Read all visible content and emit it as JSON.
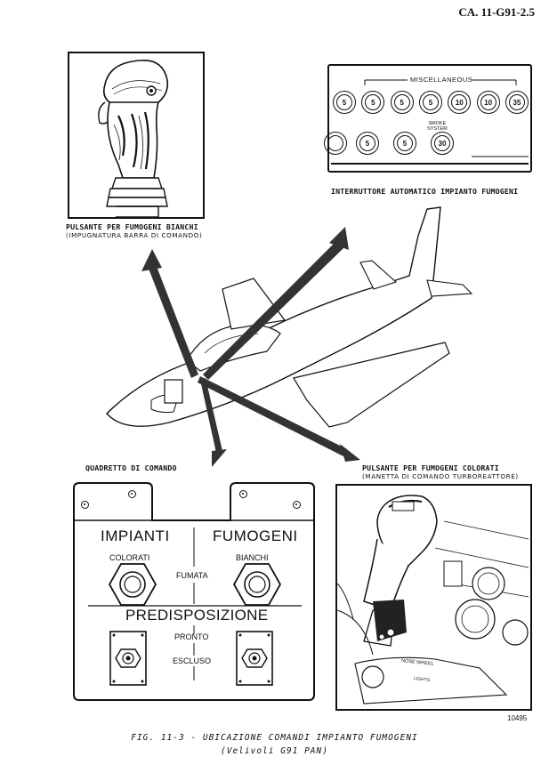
{
  "header": {
    "doc_code": "CA. 11-G91-2.5"
  },
  "grip_view": {
    "label_main": "PULSANTE PER FUMOGENI BIANCHI",
    "label_sub": "(IMPUGNATURA BARRA DI COMANDO)"
  },
  "breaker_view": {
    "title": "MISCELLANEOUS",
    "row1_values": [
      "5",
      "5",
      "5",
      "5",
      "10",
      "10",
      "35"
    ],
    "row2_values": [
      "5",
      "5",
      "30"
    ],
    "smoke_label_1": "SMOKE",
    "smoke_label_2": "SYSTEM",
    "label": "INTERRUTTORE AUTOMATICO IMPIANTO FUMOGENI"
  },
  "aircraft_view": {
    "label_panel": "QUADRETTO DI COMANDO",
    "label_throttle_main": "PULSANTE PER FUMOGENI COLORATI",
    "label_throttle_sub": "(MANETTA DI COMANDO TURBOREATTORE)"
  },
  "control_panel": {
    "heading_left": "IMPIANTI",
    "heading_right": "FUMOGENI",
    "switch_left_label": "COLORATI",
    "switch_right_label": "BIANCHI",
    "center_label_top": "FUMATA",
    "heading_bottom": "PREDISPOSIZIONE",
    "center_label_mid": "PRONTO",
    "center_label_low": "ESCLUSO"
  },
  "throttle_view": {
    "panel_text_1": "NOSE WHEEL",
    "panel_text_2": "LIGHTS",
    "photo_number": "10495"
  },
  "caption": {
    "line1": "FIG. 11-3 - UBICAZIONE COMANDI IMPIANTO FUMOGENI",
    "line2": "(Velivoli G91 PAN)"
  }
}
